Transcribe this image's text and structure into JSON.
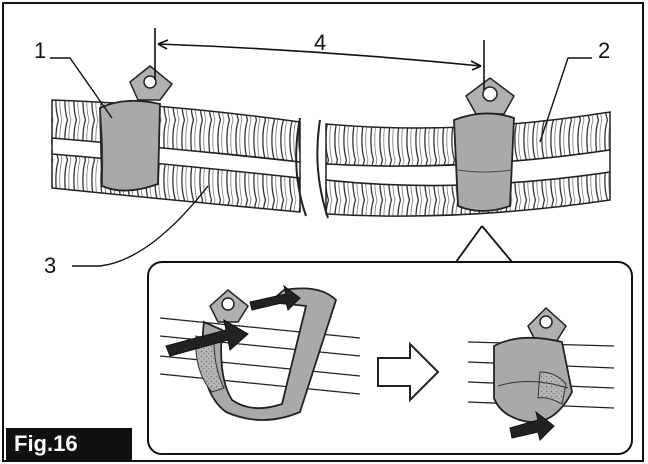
{
  "figure": {
    "tag": "Fig.16",
    "callouts": {
      "one": "1",
      "two": "2",
      "three": "3",
      "four": "4"
    }
  },
  "colors": {
    "ink": "#111111",
    "strap": "#a9a9a9",
    "strap_dark": "#8c8c8c",
    "hose": "#ffffff",
    "tag_bg": "#111111"
  }
}
